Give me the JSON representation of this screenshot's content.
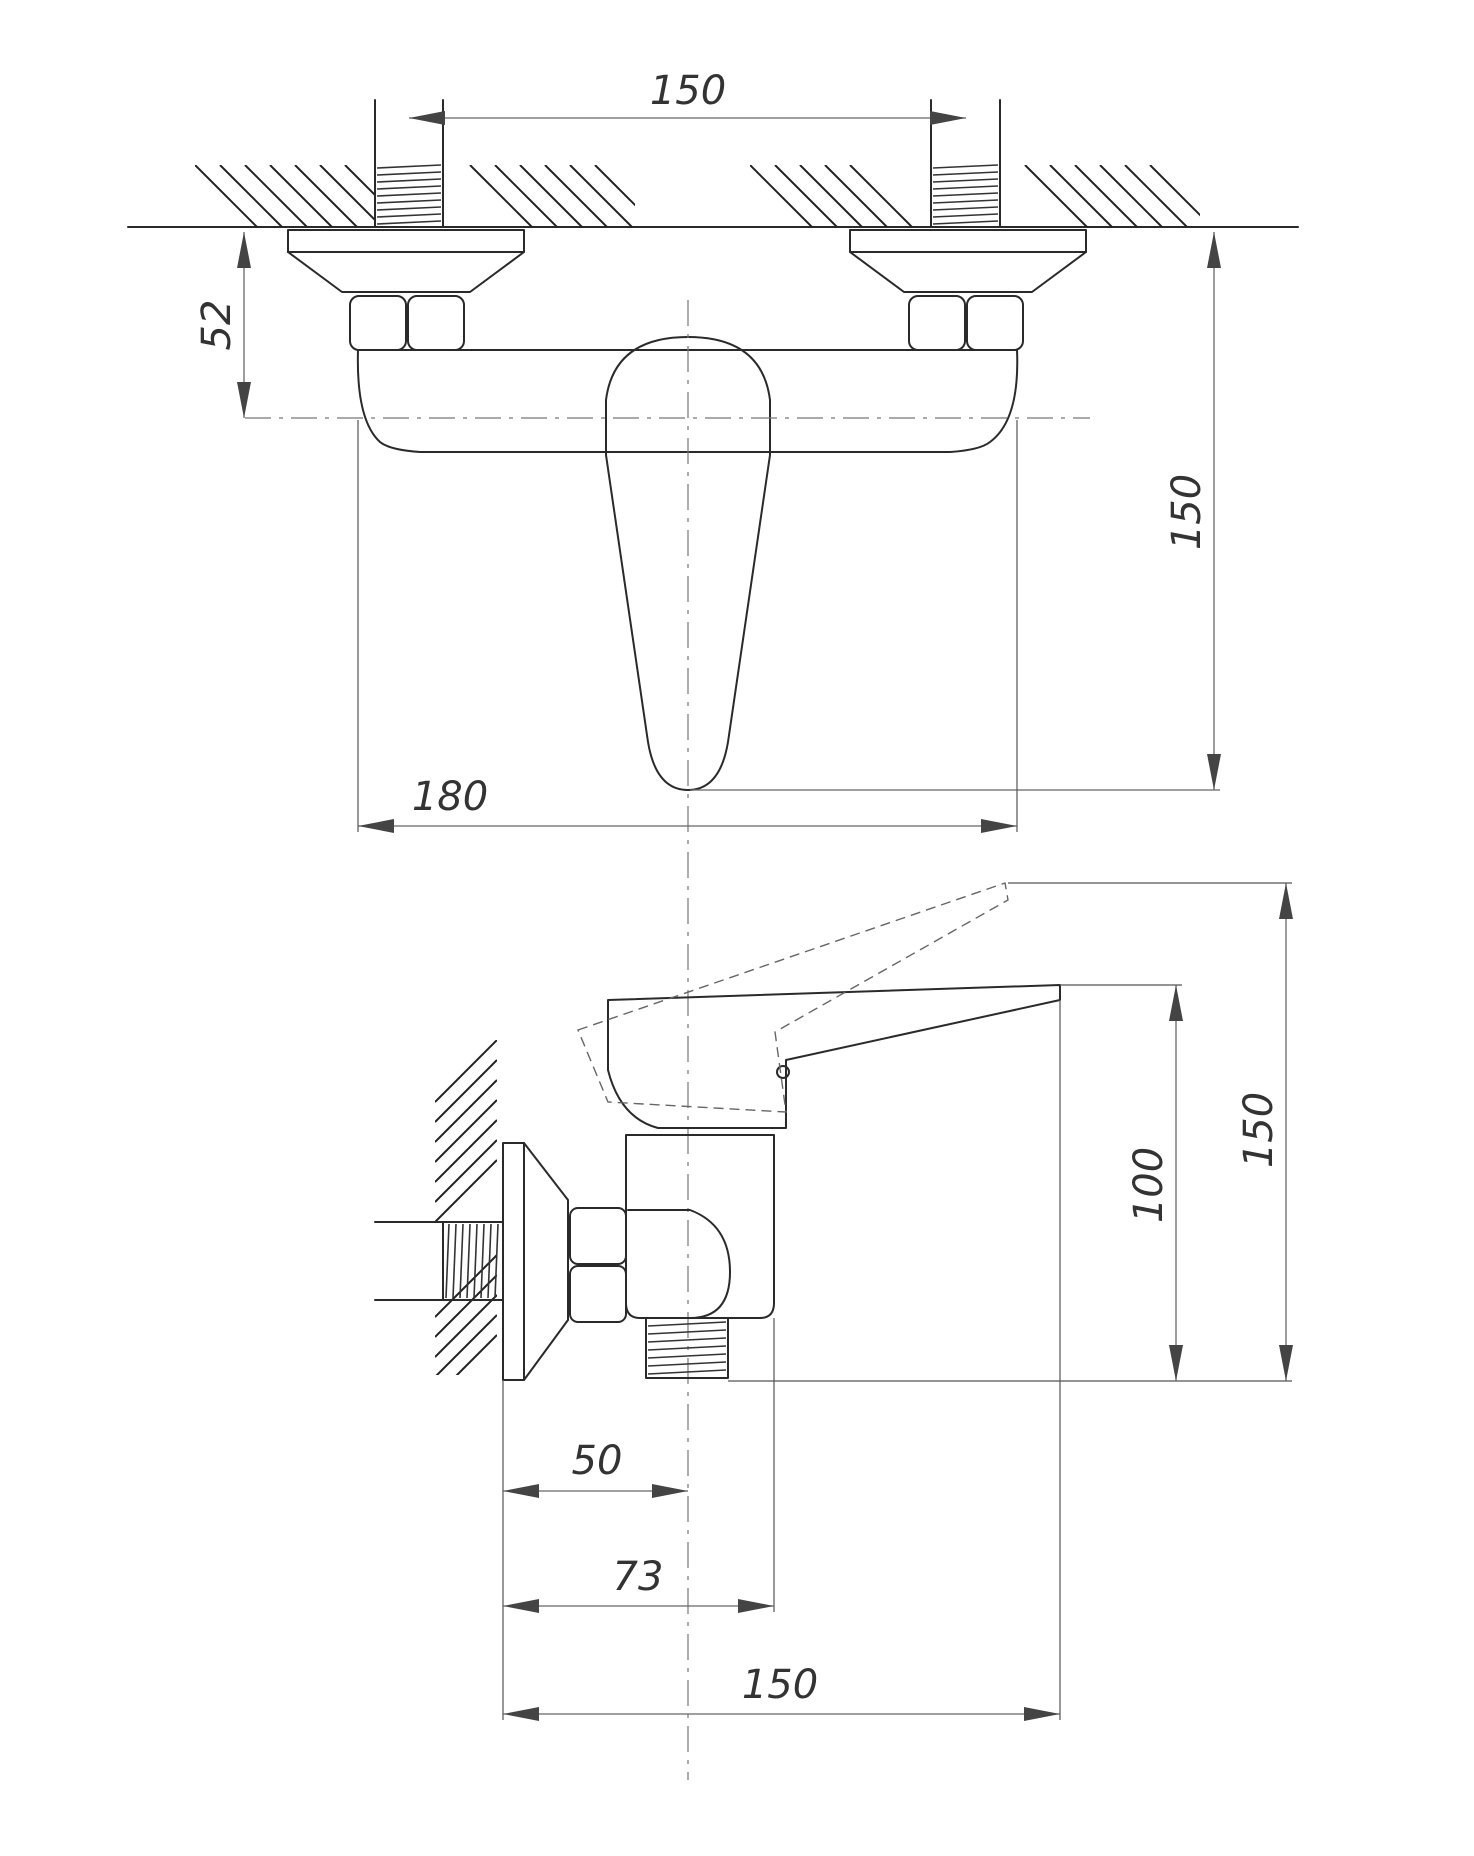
{
  "front_view": {
    "dims": {
      "inlet_spacing": "150",
      "depth_to_axis": "52",
      "height": "150",
      "body_width": "180"
    }
  },
  "side_view": {
    "dims": {
      "total_height": "150",
      "handle_height": "100",
      "axis_offset": "50",
      "body_depth": "73",
      "total_depth": "150"
    }
  }
}
